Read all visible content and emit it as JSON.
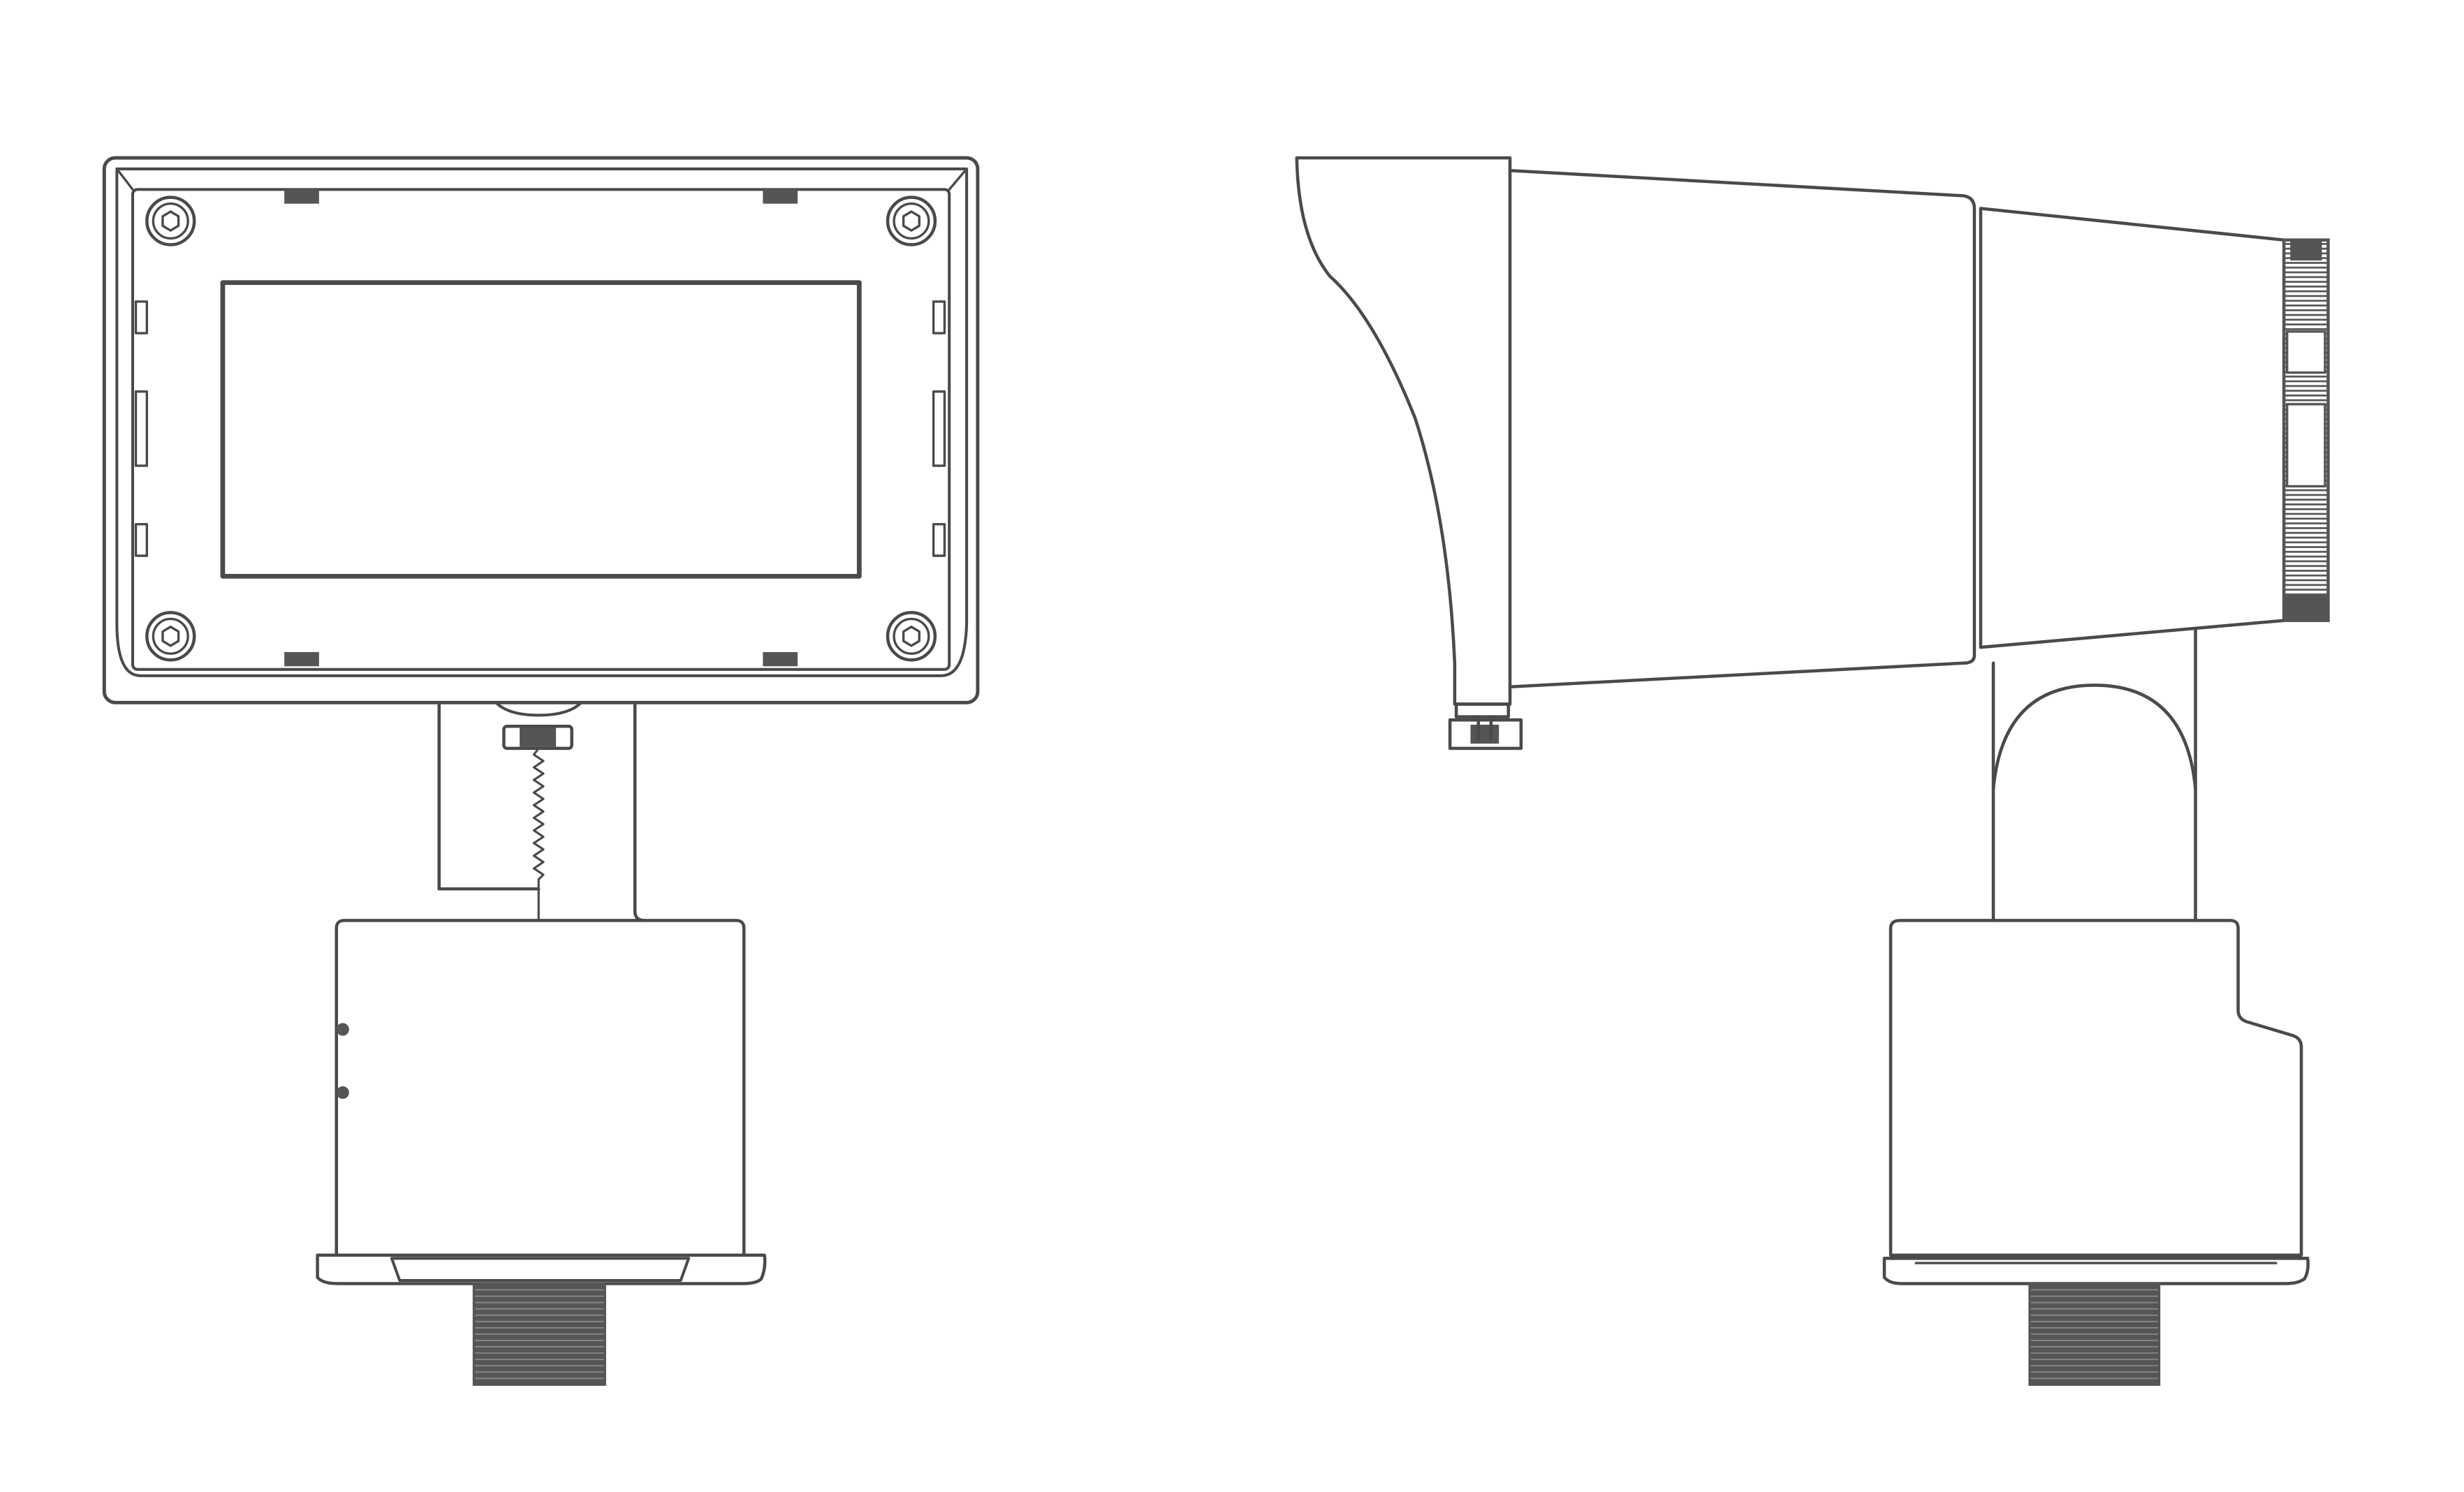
{
  "figure": {
    "description_free": true,
    "colors": {
      "line": "#4a4a4a",
      "fitting": "#555555",
      "background": "#ffffff"
    },
    "views": [
      {
        "id": "front-view",
        "icon": "floodlight-front-view"
      },
      {
        "id": "side-view",
        "icon": "floodlight-side-view"
      }
    ]
  }
}
